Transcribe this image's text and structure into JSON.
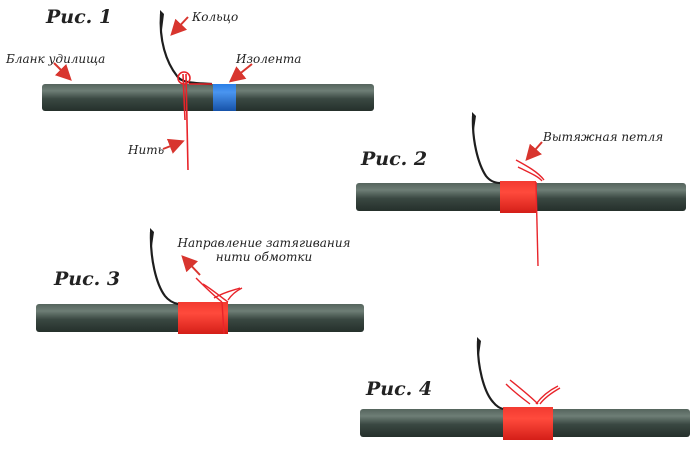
{
  "figures": [
    {
      "title": "Рис. 1"
    },
    {
      "title": "Рис. 2"
    },
    {
      "title": "Рис. 3"
    },
    {
      "title": "Рис. 4"
    }
  ],
  "labels": {
    "ring": "Кольцо",
    "rod_blank": "Бланк удилища",
    "tape": "Изолента",
    "thread": "Нить",
    "pull_loop": "Вытяжная петля",
    "tightening_direction_line1": "Направление затягивания",
    "tightening_direction_line2": "нити обмотки"
  },
  "colors": {
    "rod": "#3c4a44",
    "rod_highlight": "#6a7a72",
    "thread": "#e8242a",
    "wrap": "#ee2a22",
    "tape": "#1f6fd6",
    "arrow": "#d8352e",
    "ring_wire": "#1e1e1e"
  },
  "icons": [
    "rod-blank",
    "fishing-rod-guide-ring",
    "thread-wrap",
    "pointer-arrow"
  ]
}
